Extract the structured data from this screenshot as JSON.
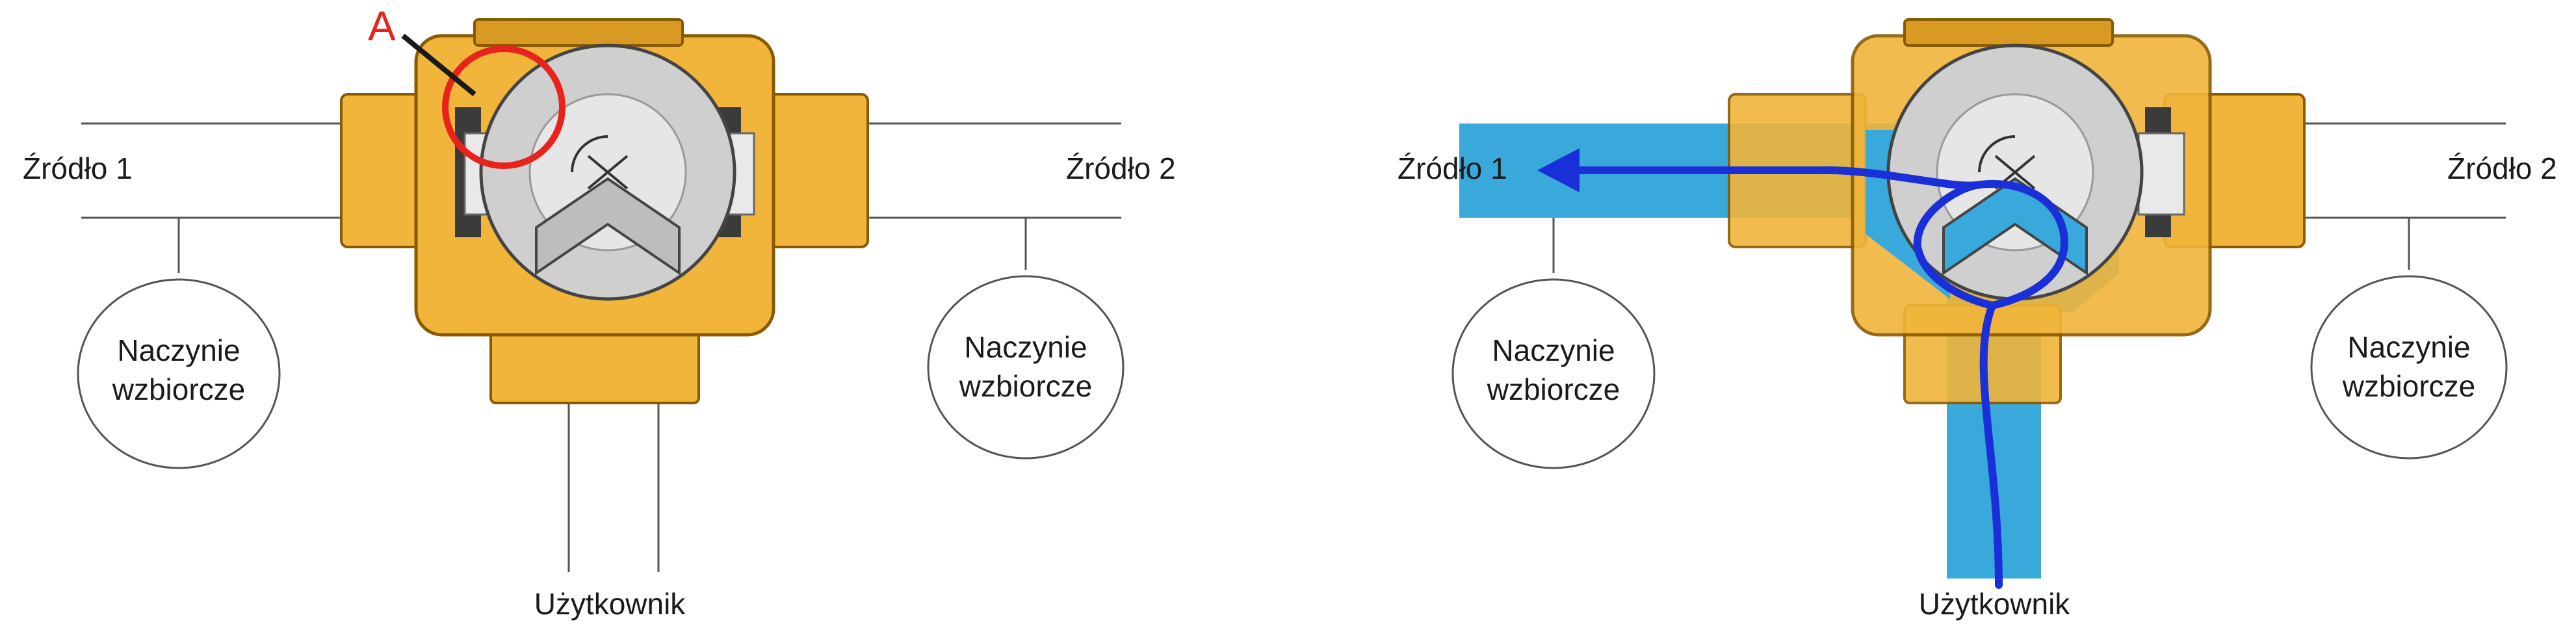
{
  "colors": {
    "brass": "#f0b53a",
    "brass_dark": "#c98a12",
    "ball": "#cfcfcf",
    "water": "#39a9dc",
    "flow_line": "#1a2fd8",
    "marker_red": "#e8231b",
    "line": "#555555"
  },
  "left_panel": {
    "source_1": "Źródło 1",
    "source_2": "Źródło 2",
    "vessel_1": [
      "Naczynie",
      "wzbiorcze"
    ],
    "vessel_2": [
      "Naczynie",
      "wzbiorcze"
    ],
    "user": "Użytkownik",
    "marker": "A"
  },
  "right_panel": {
    "source_1": "Źródło 1",
    "source_2": "Źródło 2",
    "vessel_1": [
      "Naczynie",
      "wzbiorcze"
    ],
    "vessel_2": [
      "Naczynie",
      "wzbiorcze"
    ],
    "user": "Użytkownik"
  }
}
